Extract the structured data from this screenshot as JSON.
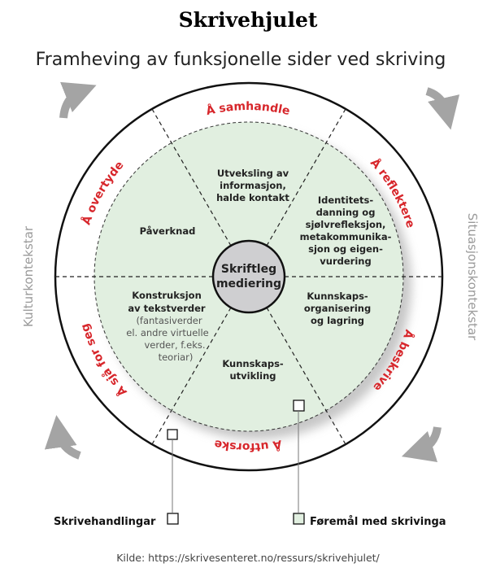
{
  "title": "Skrivehjulet",
  "subtitle": "Framheving av funksjonelle sider ved skriving",
  "center": {
    "line1": "Skriftleg",
    "line2": "mediering"
  },
  "actions": [
    "Å overtyde",
    "Å samhandle",
    "Å reflektere",
    "Å beskrive",
    "Å utforske",
    "Å sjå for seg"
  ],
  "segments": {
    "top": [
      "Utveksling av",
      "informasjon,",
      "halde kontakt"
    ],
    "upper_right": [
      "Identitets-",
      "danning og",
      "sjølvrefleksjon,",
      "metakommunika-",
      "sjon og eigen-",
      "vurdering"
    ],
    "upper_left": [
      "Påverknad"
    ],
    "lower_left": [
      "Konstruksjon",
      "av tekstverder"
    ],
    "lower_left_note": [
      "(fantasiverder",
      "el. andre virtuelle",
      "verder, f.eks.",
      "teoriar)"
    ],
    "lower_right": [
      "Kunnskaps-",
      "organisering",
      "og lagring"
    ],
    "bottom": [
      "Kunnskaps-",
      "utvikling"
    ]
  },
  "contexts": {
    "left": "Kulturkontekstar",
    "right": "Situasjonskontekstar"
  },
  "legend": {
    "actions": "Skrivehandlingar",
    "purposes": "Føremål med skrivinga"
  },
  "source": "Kilde: https://skrivesenteret.no/ressurs/skrivehjulet/",
  "colors": {
    "green": "#e1efe0",
    "red": "#d7262b",
    "center": "#cfcfd1",
    "arrow": "#a4a4a4"
  }
}
